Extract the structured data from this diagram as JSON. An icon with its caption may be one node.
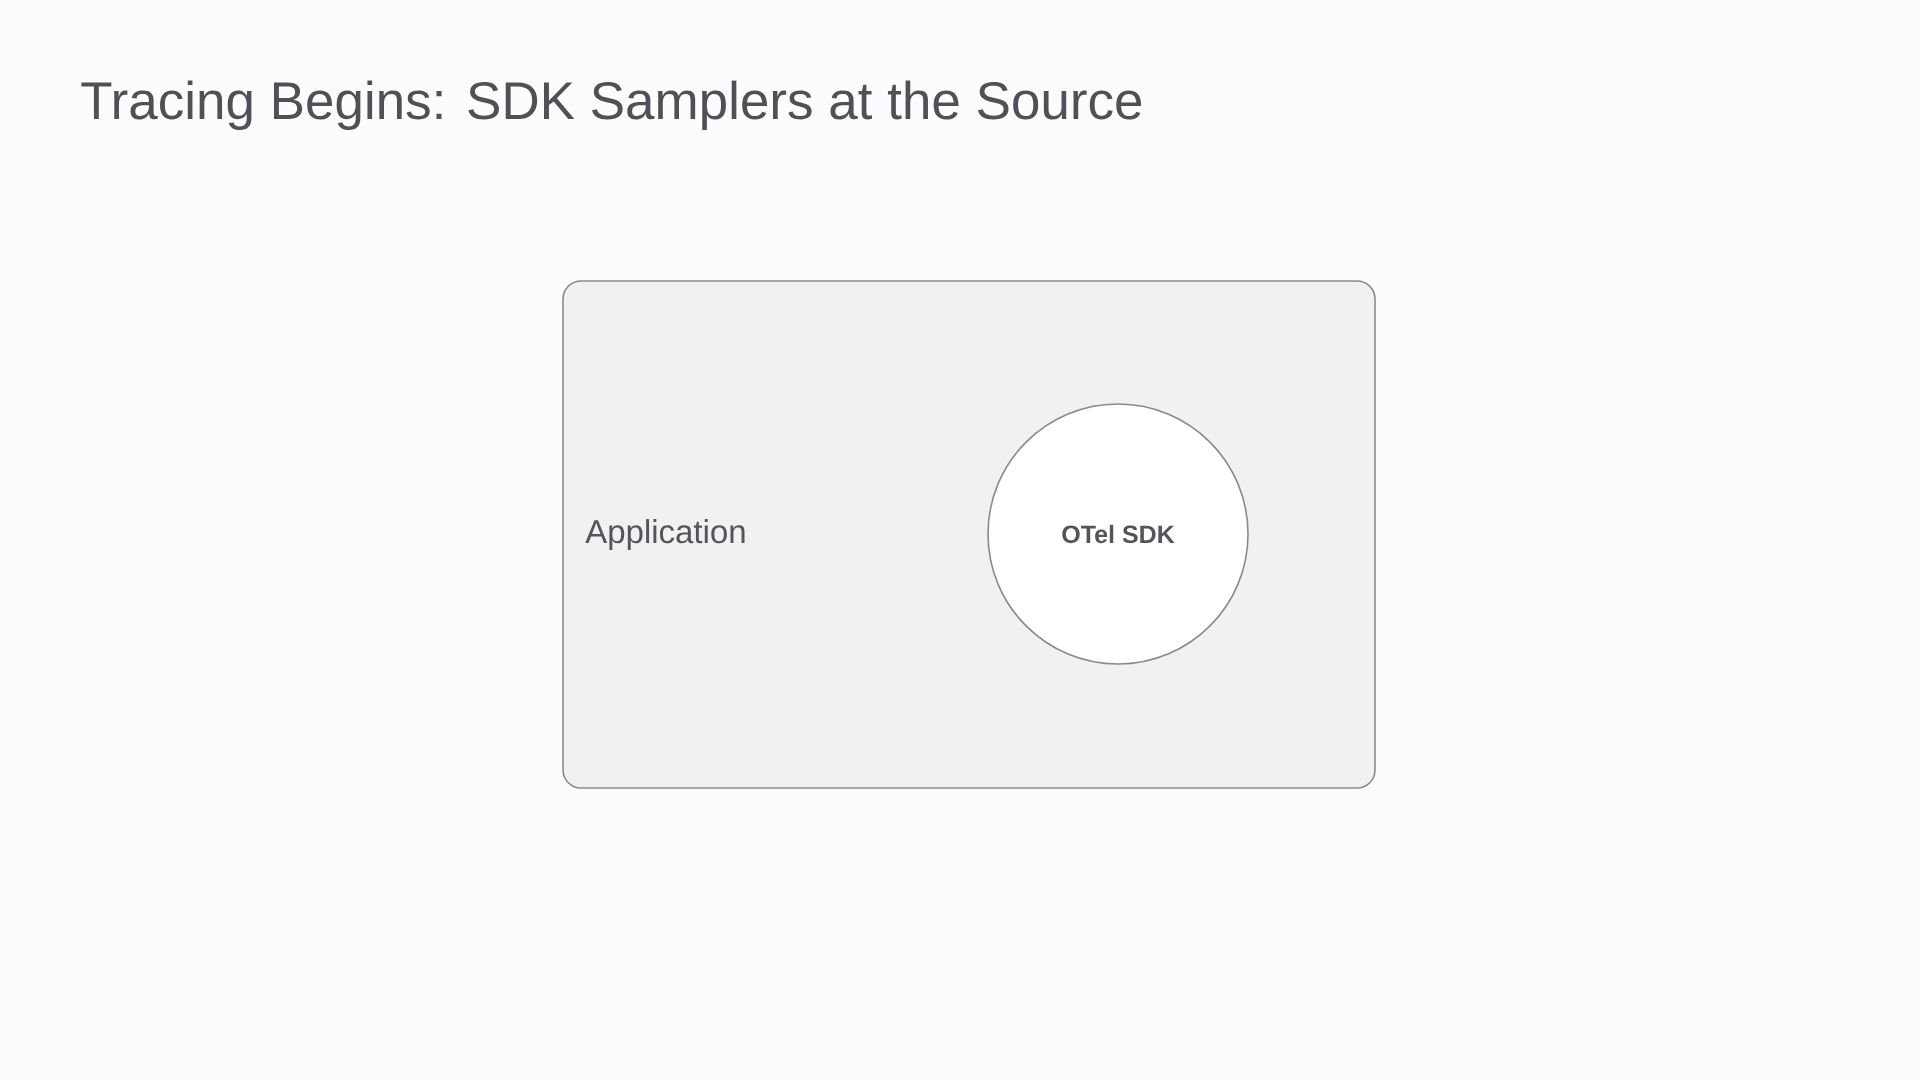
{
  "diagram": {
    "title": "Tracing Begins: SDK Samplers at the Source",
    "nodes": [
      {
        "text": [
          "Application"
        ]
      },
      {
        "text": [
          "OTel SDK"
        ],
        "in": 0
      }
    ]
  }
}
